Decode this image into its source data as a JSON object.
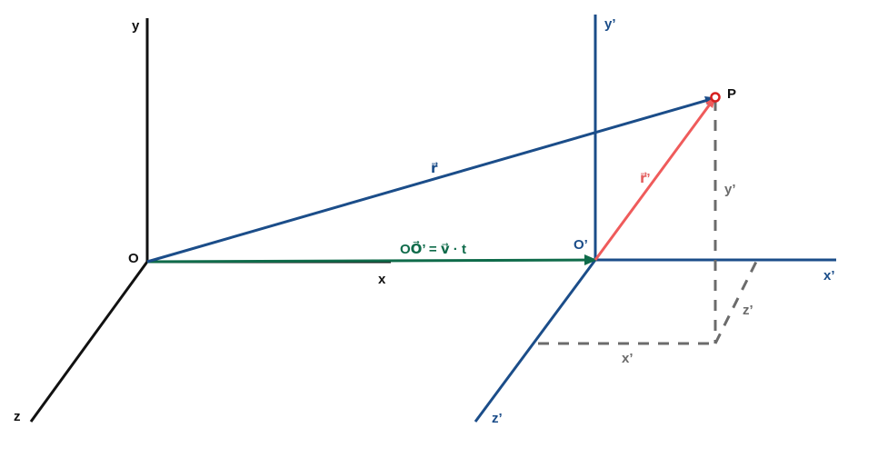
{
  "colors": {
    "original_axes": "#111111",
    "moving_axes": "#1b4d89",
    "r_vector": "#1b4d89",
    "r_prime_vector": "#ef5b5b",
    "translation_vector": "#0f6b4a",
    "guides": "#6b6b6b",
    "point": "#d62020"
  },
  "labels": {
    "origin": "O",
    "x_axis": "x",
    "y_axis": "y",
    "z_axis": "z",
    "origin_prime": "O’",
    "x_prime_axis": "x’",
    "y_prime_axis": "y’",
    "z_prime_axis": "z’",
    "point": "P",
    "r_vector": "r⃗",
    "r_prime_vector": "r⃗’",
    "translation": "OO⃗’ = v⃗ · t",
    "x_prime_component": "x’",
    "y_prime_component": "y’",
    "z_prime_component": "z’"
  }
}
